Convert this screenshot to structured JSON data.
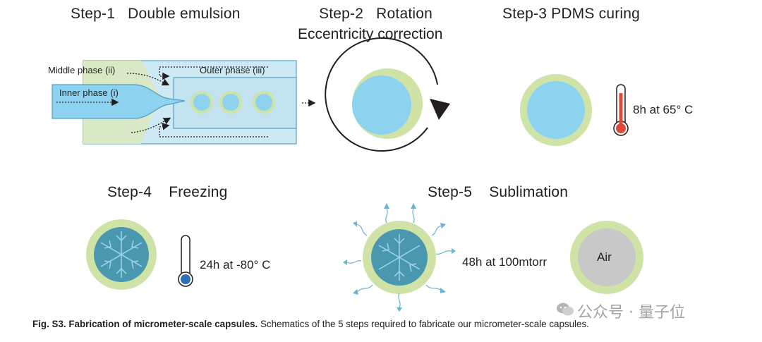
{
  "steps": {
    "step1_title": "Step-1   Double emulsion",
    "step2_title": "Step-2   Rotation",
    "step2_subtitle": "Eccentricity correction",
    "step3_title": "Step-3 PDMS curing",
    "step4_title": "Step-4    Freezing",
    "step5_title": "Step-5    Sublimation"
  },
  "labels": {
    "middle_phase": "Middle phase (ii)",
    "outer_phase": "Outer phase (iii)",
    "inner_phase": "Inner phase (i)",
    "air": "Air"
  },
  "conditions": {
    "step3": "8h at 65° C",
    "step4": "24h at -80° C",
    "step5": "48h at 100mtorr"
  },
  "caption": {
    "bold": "Fig. S3. Fabrication of micrometer-scale capsules.",
    "text": " Schematics of the 5 steps required to fabricate our micrometer-scale capsules."
  },
  "watermark": "公众号 · 量子位",
  "colors": {
    "inner_blue": "#8dd3ef",
    "shell_green": "#cfe3a6",
    "frozen_teal": "#4a98b0",
    "outer_fluid": "#cde9f3",
    "middle_green": "#d9e8c5",
    "thermo_red": "#e04a3a",
    "thermo_blue": "#2f6fb8",
    "air_gray": "#c8c8c8"
  }
}
